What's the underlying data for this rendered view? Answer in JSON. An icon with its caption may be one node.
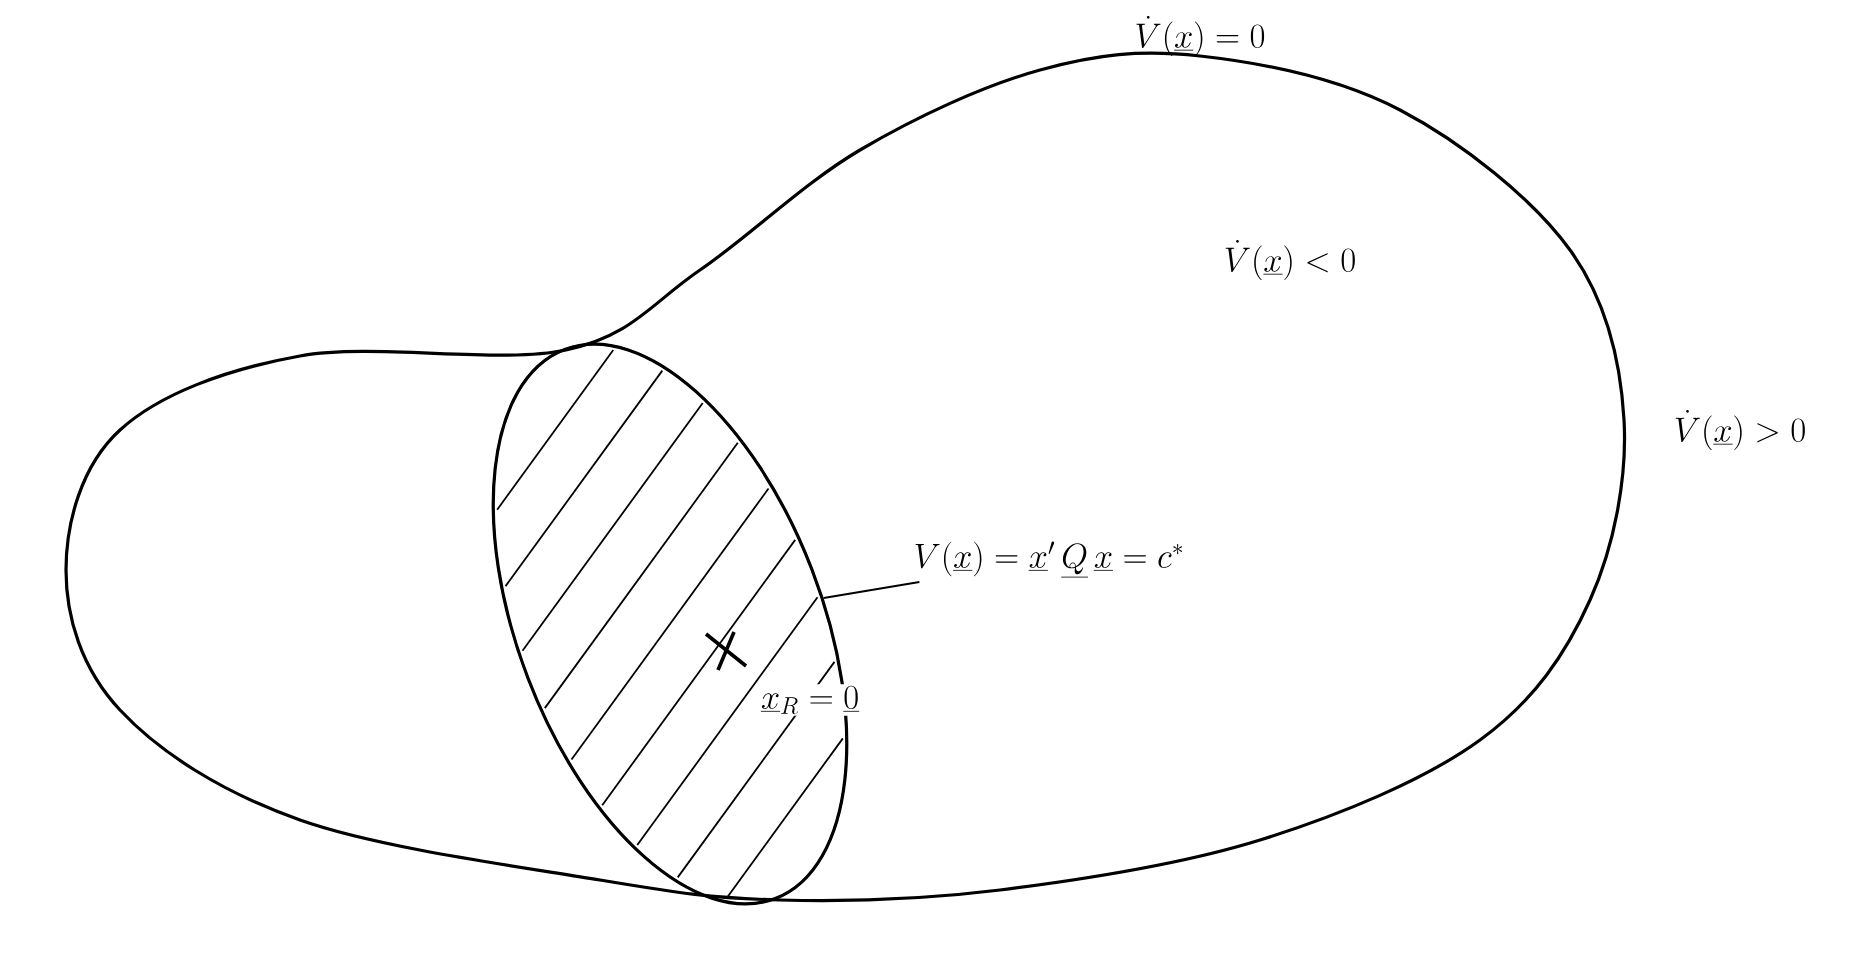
{
  "diagram": {
    "nodes": [
      {
        "text": [
          "\\underline{x}_{R}=\\underline{0}"
        ]
      },
      {
        "text": [
          "V(\\underline{x}) = \\underline{x}'\\,\\underline{Q}\\,\\underline{x} = c^{*}"
        ]
      }
    ],
    "edges": [
      {
        "from": 1,
        "to": 0,
        "arrow": "none"
      }
    ],
    "labels": [
      "\\dot{V}(\\underline{x})=0",
      "\\dot{V}(\\underline{x}) < 0",
      "\\dot{V}(\\underline{x}) > 0"
    ]
  }
}
